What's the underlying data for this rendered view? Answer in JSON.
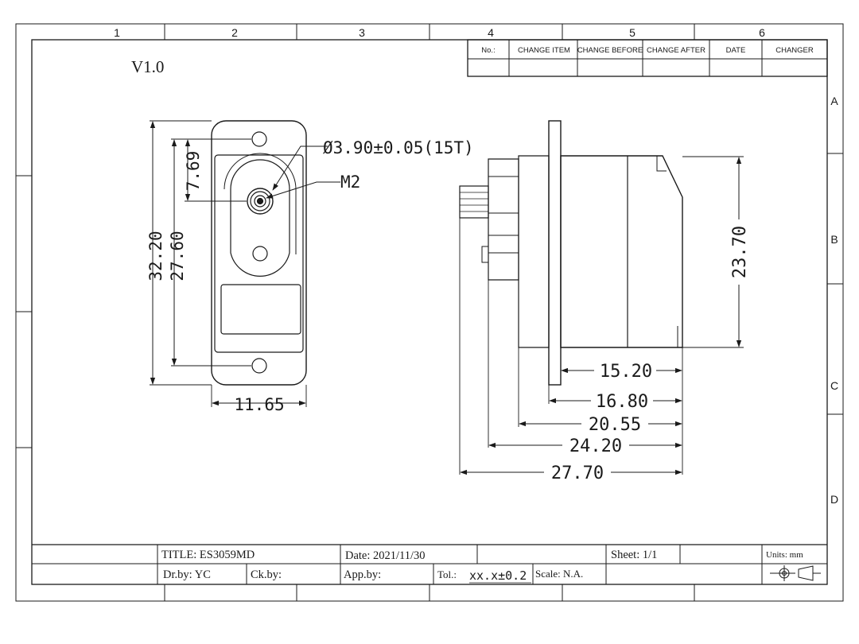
{
  "zones": {
    "columns": [
      "1",
      "2",
      "3",
      "4",
      "5",
      "6"
    ],
    "rows": [
      "A",
      "B",
      "C",
      "D"
    ]
  },
  "version": "V1.0",
  "revision_table": {
    "headers": [
      "No.:",
      "CHANGE ITEM",
      "CHANGE BEFORE",
      "CHANGE AFTER",
      "DATE",
      "CHANGER"
    ]
  },
  "front_view": {
    "dimensions": {
      "spline": "Ø3.90±0.05(15T)",
      "screw": "M2",
      "shaft_offset": "7.69",
      "overall_height": "32.20",
      "hole_spacing": "27.60",
      "width": "11.65"
    }
  },
  "side_view": {
    "dimensions": {
      "body_height": "23.70",
      "d1": "15.20",
      "d2": "16.80",
      "d3": "20.55",
      "d4": "24.20",
      "d5": "27.70"
    }
  },
  "title_block": {
    "title": "TITLE: ES3059MD",
    "date": "Date: 2021/11/30",
    "sheet": "Sheet: 1/1",
    "units": "Units: mm",
    "drawn_by": "Dr.by: YC",
    "checked_by": "Ck.by:",
    "approved_by": "App.by:",
    "tolerance_label": "Tol.:",
    "tolerance_value": "xx.x±0.2",
    "scale": "Scale: N.A."
  },
  "colors": {
    "ink": "#1a1a1a",
    "paper": "#ffffff"
  }
}
